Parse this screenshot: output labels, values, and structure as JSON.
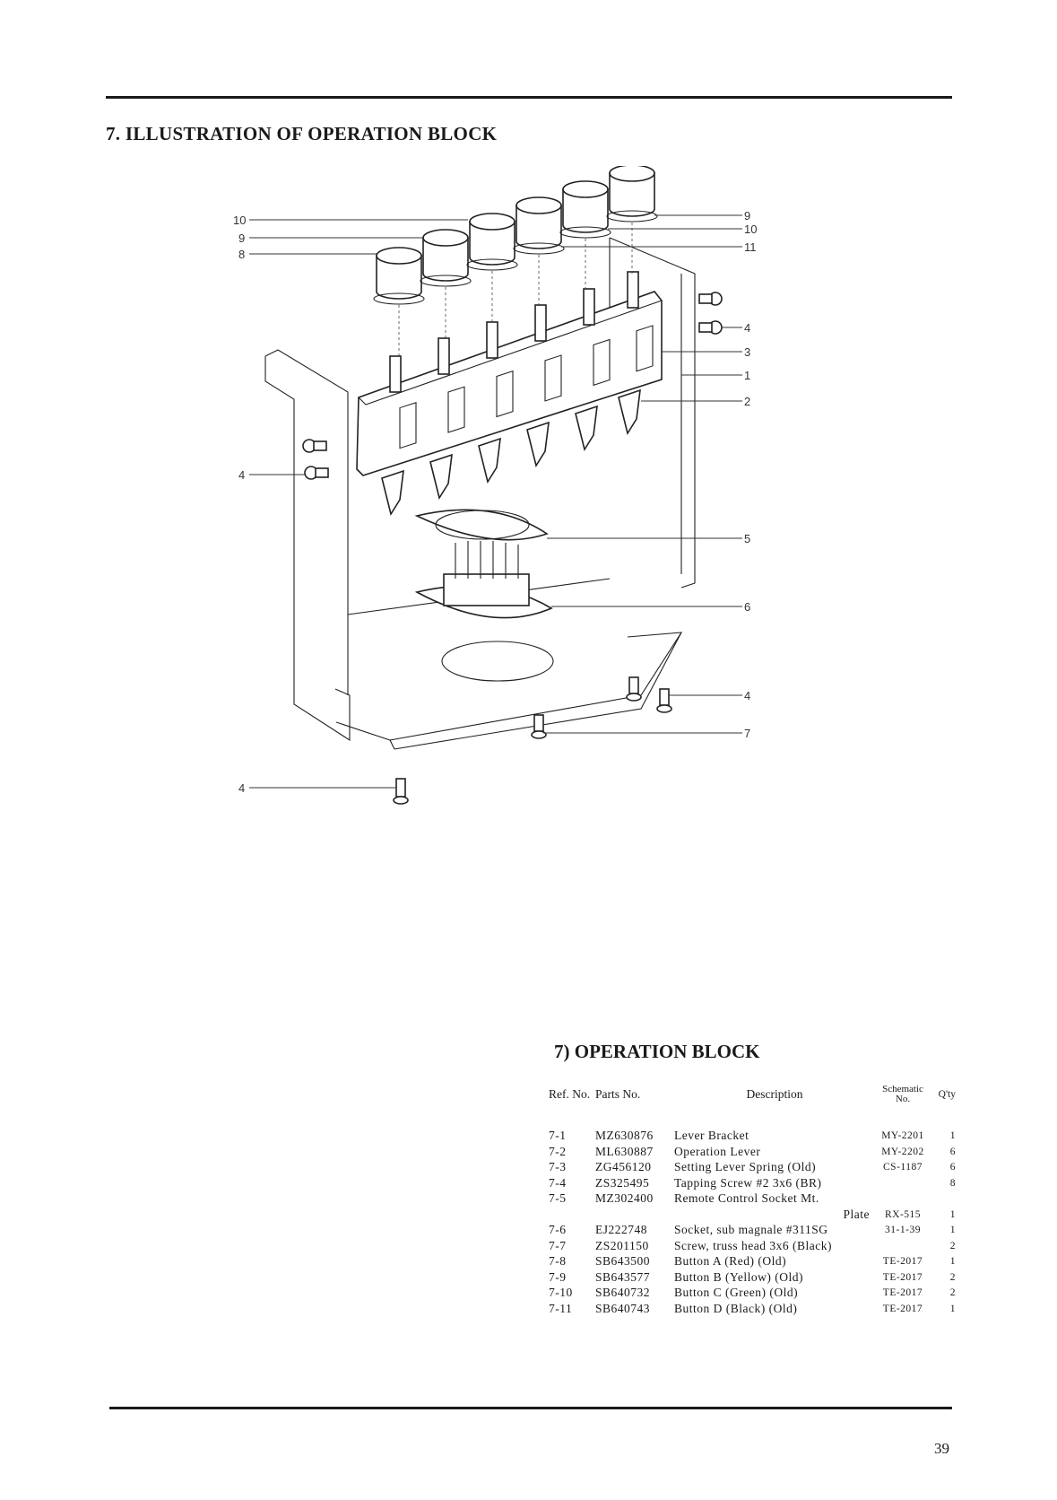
{
  "section_title": "7. ILLUSTRATION OF OPERATION BLOCK",
  "callouts": {
    "left_10": "10",
    "left_9": "9",
    "left_8": "8",
    "left_4a": "4",
    "left_4b": "4",
    "right_9": "9",
    "right_10": "10",
    "right_11": "11",
    "right_4a": "4",
    "right_3": "3",
    "right_1": "1",
    "right_2": "2",
    "right_5": "5",
    "right_6": "6",
    "right_4b": "4",
    "right_7": "7"
  },
  "parts_title": "7) OPERATION BLOCK",
  "table": {
    "headers": {
      "ref": "Ref. No.",
      "parts_no": "Parts No.",
      "description": "Description",
      "schematic": "Schematic No.",
      "qty": "Q'ty"
    },
    "rows": [
      {
        "ref": "7-1",
        "parts_no": "MZ630876",
        "description": "Lever Bracket",
        "schematic": "MY-2201",
        "qty": "1"
      },
      {
        "ref": "7-2",
        "parts_no": "ML630887",
        "description": "Operation Lever",
        "schematic": "MY-2202",
        "qty": "6"
      },
      {
        "ref": "7-3",
        "parts_no": "ZG456120",
        "description": "Setting Lever Spring (Old)",
        "schematic": "CS-1187",
        "qty": "6"
      },
      {
        "ref": "7-4",
        "parts_no": "ZS325495",
        "description": "Tapping Screw #2 3x6 (BR)",
        "schematic": "",
        "qty": "8"
      },
      {
        "ref": "7-5",
        "parts_no": "MZ302400",
        "description": "Remote Control Socket Mt.",
        "schematic": "",
        "qty": ""
      },
      {
        "ref": "",
        "parts_no": "",
        "description": "Plate",
        "schematic": "RX-515",
        "qty": "1"
      },
      {
        "ref": "7-6",
        "parts_no": "EJ222748",
        "description": "Socket, sub magnale #311SG",
        "schematic": "31-1-39",
        "qty": "1"
      },
      {
        "ref": "7-7",
        "parts_no": "ZS201150",
        "description": "Screw, truss head 3x6 (Black)",
        "schematic": "",
        "qty": "2"
      },
      {
        "ref": "7-8",
        "parts_no": "SB643500",
        "description": "Button A (Red) (Old)",
        "schematic": "TE-2017",
        "qty": "1"
      },
      {
        "ref": "7-9",
        "parts_no": "SB643577",
        "description": "Button B (Yellow) (Old)",
        "schematic": "TE-2017",
        "qty": "2"
      },
      {
        "ref": "7-10",
        "parts_no": "SB640732",
        "description": "Button C (Green) (Old)",
        "schematic": "TE-2017",
        "qty": "2"
      },
      {
        "ref": "7-11",
        "parts_no": "SB640743",
        "description": "Button D (Black) (Old)",
        "schematic": "TE-2017",
        "qty": "1"
      }
    ]
  },
  "page_number": "39"
}
